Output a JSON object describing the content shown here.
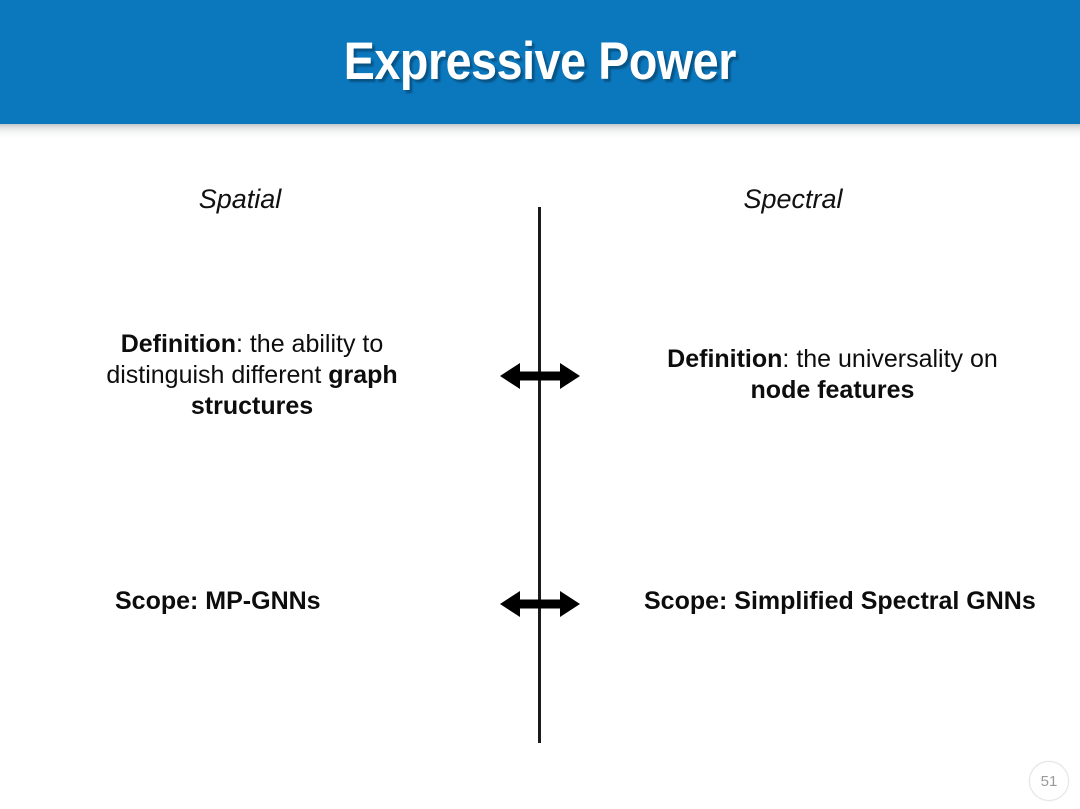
{
  "header": {
    "title": "Expressive Power",
    "background_color": "#0b77bd",
    "title_color": "#ffffff"
  },
  "slide": {
    "background_color": "#ffffff",
    "text_color": "#0d0d0d",
    "columns": {
      "left": {
        "heading": "Spatial"
      },
      "right": {
        "heading": "Spectral"
      }
    },
    "rows": [
      {
        "id": "definition",
        "left_html": "<b>Definition</b>: the ability to distinguish different <b>graph structures</b>",
        "left_plain": "Definition: the ability to distinguish different graph structures",
        "right_html": "<b>Definition</b>: the universality on <b>node features</b>",
        "right_plain": "Definition: the universality on node features",
        "connector": "double-headed-arrow"
      },
      {
        "id": "scope",
        "left_plain": "Scope: MP-GNNs",
        "right_plain": "Scope: Simplified Spectral GNNs",
        "connector": "double-headed-arrow"
      }
    ],
    "divider": {
      "color": "#1b1b1b",
      "orientation": "vertical"
    }
  },
  "footer": {
    "page_number": "51",
    "page_number_color": "#9a9a9a"
  },
  "icons": {
    "arrow_definition": "double-headed-arrow-icon",
    "arrow_scope": "double-headed-arrow-icon"
  }
}
